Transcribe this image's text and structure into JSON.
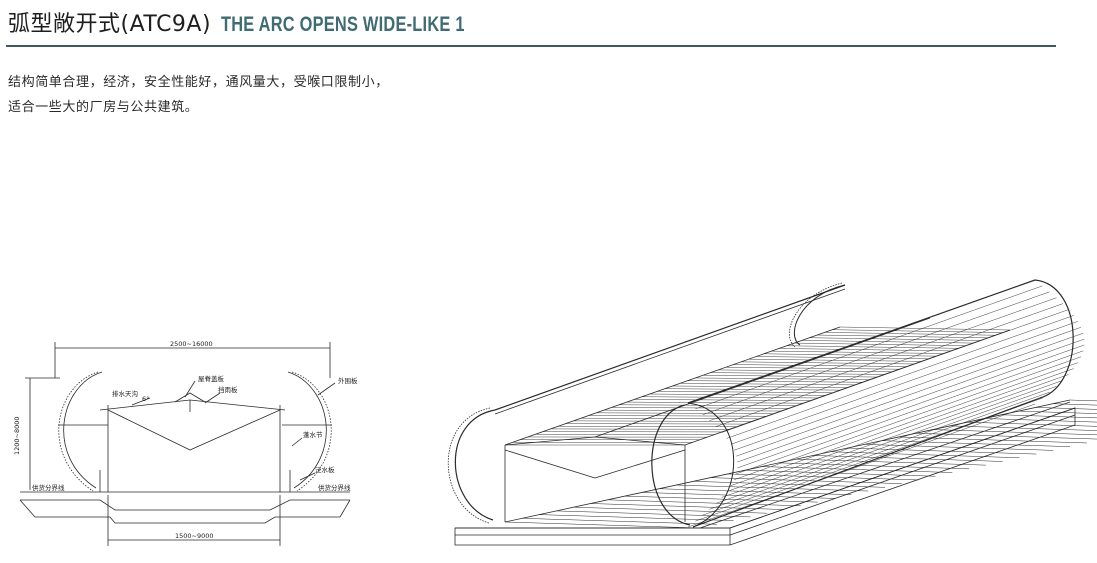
{
  "header": {
    "title_cn": "弧型敞开式(ATC9A)",
    "title_en": "THE ARC OPENS WIDE-LIKE 1"
  },
  "description": {
    "line1": "结构简单合理，经济，安全性能好，通风量大，受喉口限制小，",
    "line2": "适合一些大的厂房与公共建筑。"
  },
  "section_drawing": {
    "dim_top": "2500~16000",
    "dim_bottom": "1500~9000",
    "dim_left": "1200~8000",
    "label_gutter": "排水天沟",
    "label_angle": "6°",
    "label_ridge_cap": "屋脊盖板",
    "label_baffle": "挡雨板",
    "label_outer_panel": "外围板",
    "label_drain_joint": "蓬水节",
    "label_flashing": "泛水板",
    "label_supply_line_left": "供货分界线",
    "label_supply_line_right": "供货分界线"
  },
  "colors": {
    "title_en": "#3f6b73",
    "rule": "#3c5a5e",
    "line": "#2a2a2a"
  }
}
